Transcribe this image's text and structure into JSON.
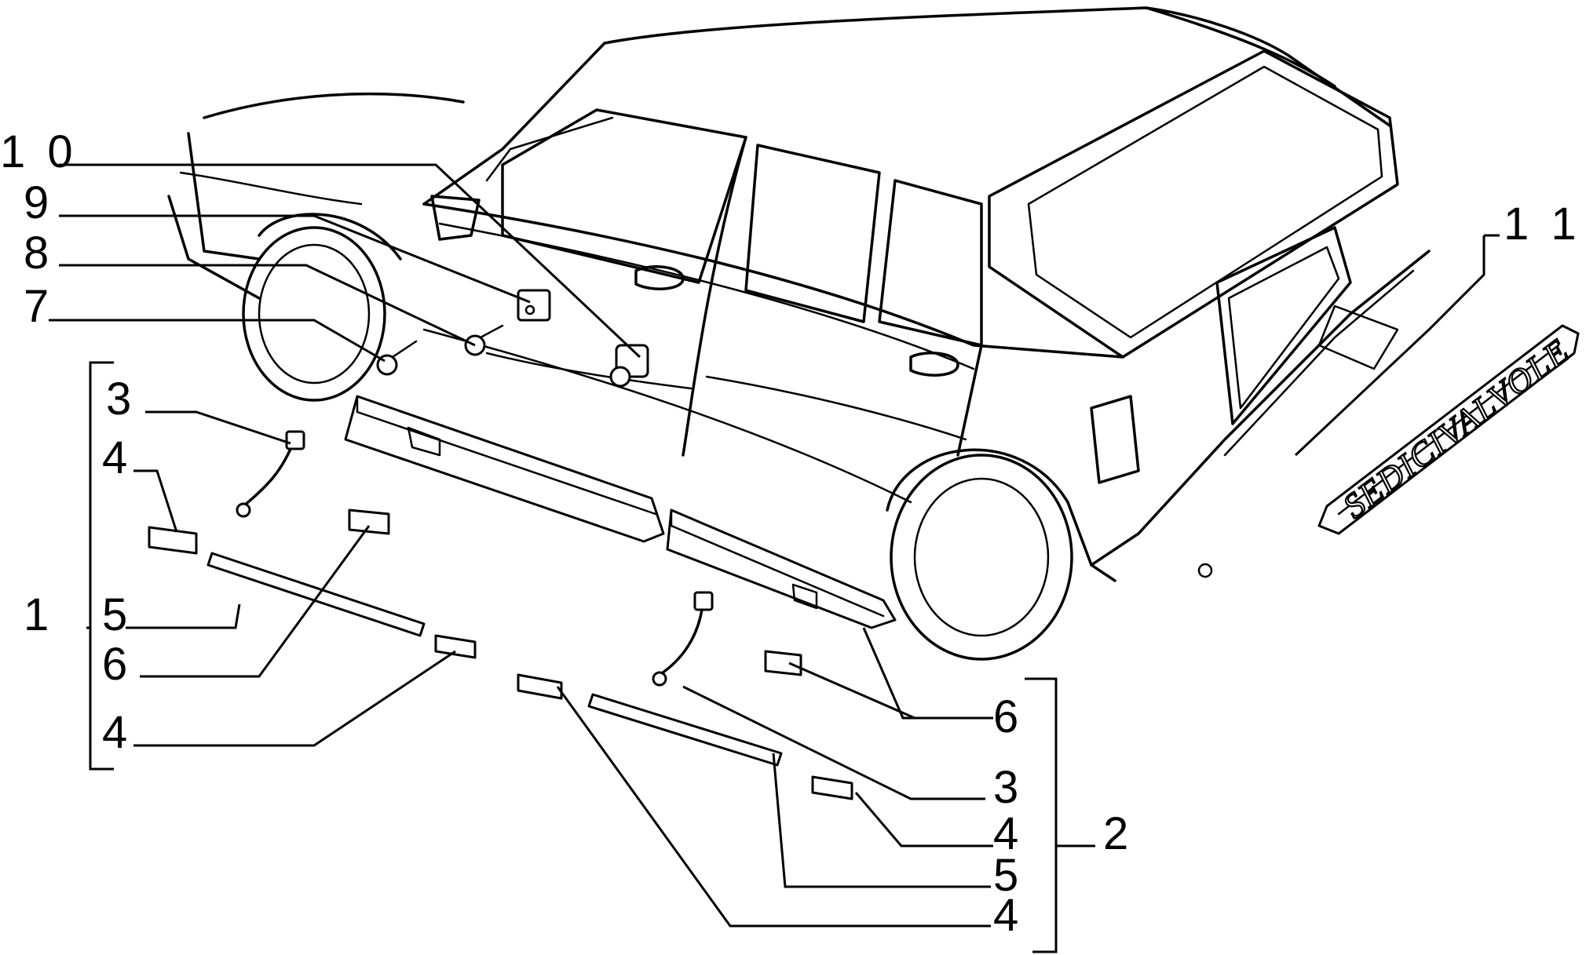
{
  "callouts": {
    "c10": "1 0",
    "c9": "9",
    "c8": "8",
    "c7": "7",
    "c3_left": "3",
    "c4_left_top": "4",
    "c1": "1",
    "c5_left": "5",
    "c6_left": "6",
    "c4_left_bottom": "4",
    "c11": "1 1",
    "c6_right": "6",
    "c3_right": "3",
    "c4_right_top": "4",
    "c2": "2",
    "c5_right": "5",
    "c4_right_bottom": "4"
  },
  "badge_text": "SEDICIVALVOLE"
}
